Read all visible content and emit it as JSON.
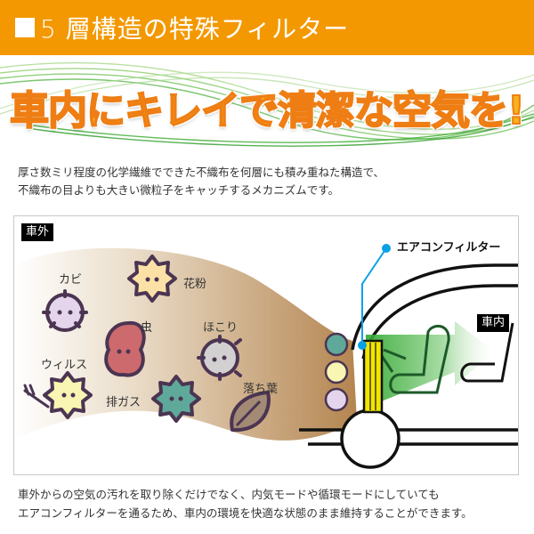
{
  "header": {
    "title": "5 層構造の特殊フィルター",
    "background_color": "#f39800"
  },
  "catchphrase": {
    "text": "車内にキレイで清潔な空気を!",
    "fill_color": "#f7b21c",
    "stroke_color": "#ee7e14"
  },
  "intro": {
    "line1": "厚さ数ミリ程度の化学繊維でできた不織布を何層にも積み重ねた構造で、",
    "line2": "不織布の目よりも大きい微粒子をキャッチするメカニズムです。"
  },
  "diagram": {
    "outside_tag": "車外",
    "inside_tag": "車内",
    "filter_label": "エアコンフィルター",
    "pointer_color": "#0aa0e6",
    "filter_color": "#f2e600",
    "airflow_color": "#3bb43b",
    "particles": [
      {
        "label": "カビ",
        "icon": "mold-icon",
        "color": "#e4d4ec"
      },
      {
        "label": "花粉",
        "icon": "pollen-icon",
        "color": "#fbe1a6"
      },
      {
        "label": "虫",
        "icon": "insect-icon",
        "color": "#cc6a6e"
      },
      {
        "label": "ほこり",
        "icon": "dust-icon",
        "color": "#d2d0d0"
      },
      {
        "label": "ウィルス",
        "icon": "virus-icon",
        "color": "#f9f5b2"
      },
      {
        "label": "排ガス",
        "icon": "exhaust-gas-icon",
        "color": "#5fa99a"
      },
      {
        "label": "落ち葉",
        "icon": "fallen-leaf-icon",
        "color": "#a38a75"
      }
    ]
  },
  "outro": {
    "line1": "車外からの空気の汚れを取り除くだけでなく、内気モードや循環モードにしていても",
    "line2": "エアコンフィルターを通るため、車内の環境を快適な状態のまま維持することができます。"
  }
}
